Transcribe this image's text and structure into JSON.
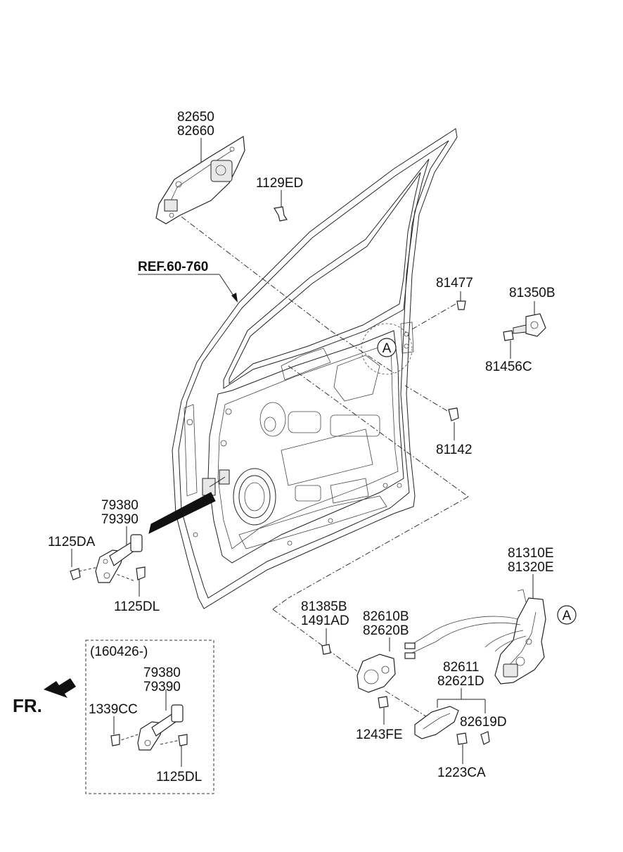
{
  "labels": {
    "p82650": "82650",
    "p82660": "82660",
    "p1129ED": "1129ED",
    "ref": "REF.60-760",
    "p81477": "81477",
    "p81350B": "81350B",
    "p81456C": "81456C",
    "callout_a1": "A",
    "p81142": "81142",
    "p79380": "79380",
    "p79390": "79390",
    "p1125DA": "1125DA",
    "p1125DL": "1125DL",
    "p81310E": "81310E",
    "p81320E": "81320E",
    "callout_a2": "A",
    "p81385B": "81385B",
    "p1491AD": "1491AD",
    "p82610B": "82610B",
    "p82620B": "82620B",
    "p82611": "82611",
    "p82621D": "82621D",
    "p82619D": "82619D",
    "p1243FE": "1243FE",
    "p1223CA": "1223CA",
    "box_date": "(160426-)",
    "box_79380": "79380",
    "box_79390": "79390",
    "box_1339CC": "1339CC",
    "box_1125DL": "1125DL",
    "fr": "FR."
  },
  "icons": {
    "fr_arrow": "arrow-down-left-icon"
  }
}
